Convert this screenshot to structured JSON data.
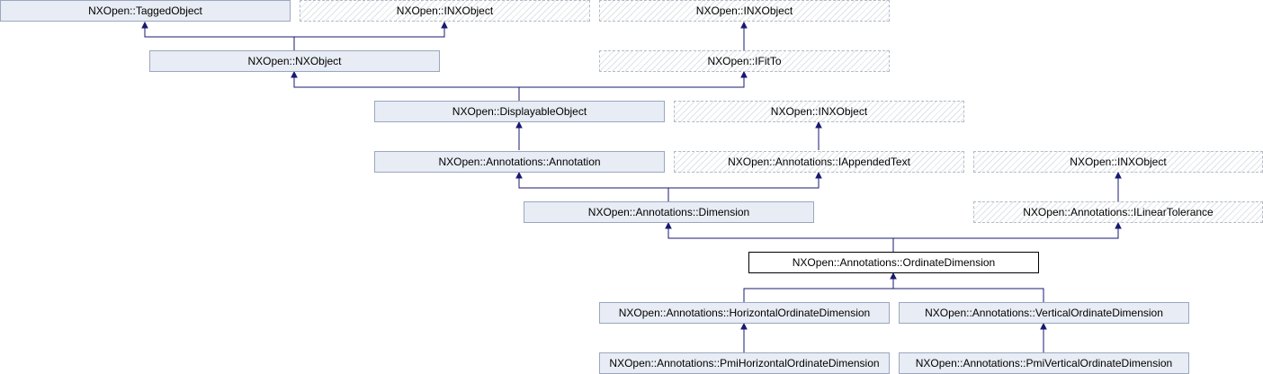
{
  "diagram": {
    "edge_color": "#191970",
    "nodes": {
      "tagged_object": "NXOpen::TaggedObject",
      "inx_object_1": "NXOpen::INXObject",
      "inx_object_2": "NXOpen::INXObject",
      "nx_object": "NXOpen::NXObject",
      "ifit_to": "NXOpen::IFitTo",
      "displayable_object": "NXOpen::DisplayableObject",
      "inx_object_3": "NXOpen::INXObject",
      "annotation": "NXOpen::Annotations::Annotation",
      "iappended_text": "NXOpen::Annotations::IAppendedText",
      "inx_object_4": "NXOpen::INXObject",
      "dimension": "NXOpen::Annotations::Dimension",
      "ilinear_tolerance": "NXOpen::Annotations::ILinearTolerance",
      "ordinate_dimension": "NXOpen::Annotations::OrdinateDimension",
      "horizontal_ordinate_dimension": "NXOpen::Annotations::HorizontalOrdinateDimension",
      "vertical_ordinate_dimension": "NXOpen::Annotations::VerticalOrdinateDimension",
      "pmi_horizontal_ordinate_dimension": "NXOpen::Annotations::PmiHorizontalOrdinateDimension",
      "pmi_vertical_ordinate_dimension": "NXOpen::Annotations::PmiVerticalOrdinateDimension"
    },
    "inheritance": [
      {
        "child": "nx_object",
        "parents": [
          "tagged_object",
          "inx_object_1"
        ]
      },
      {
        "child": "ifit_to",
        "parents": [
          "inx_object_2"
        ]
      },
      {
        "child": "displayable_object",
        "parents": [
          "nx_object",
          "ifit_to"
        ]
      },
      {
        "child": "iappended_text",
        "parents": [
          "inx_object_3"
        ]
      },
      {
        "child": "annotation",
        "parents": [
          "displayable_object"
        ]
      },
      {
        "child": "dimension",
        "parents": [
          "annotation",
          "iappended_text"
        ]
      },
      {
        "child": "ilinear_tolerance",
        "parents": [
          "inx_object_4"
        ]
      },
      {
        "child": "ordinate_dimension",
        "parents": [
          "dimension",
          "ilinear_tolerance"
        ]
      },
      {
        "child": "horizontal_ordinate_dimension",
        "parents": [
          "ordinate_dimension"
        ]
      },
      {
        "child": "vertical_ordinate_dimension",
        "parents": [
          "ordinate_dimension"
        ]
      },
      {
        "child": "pmi_horizontal_ordinate_dimension",
        "parents": [
          "horizontal_ordinate_dimension"
        ]
      },
      {
        "child": "pmi_vertical_ordinate_dimension",
        "parents": [
          "vertical_ordinate_dimension"
        ]
      }
    ]
  }
}
